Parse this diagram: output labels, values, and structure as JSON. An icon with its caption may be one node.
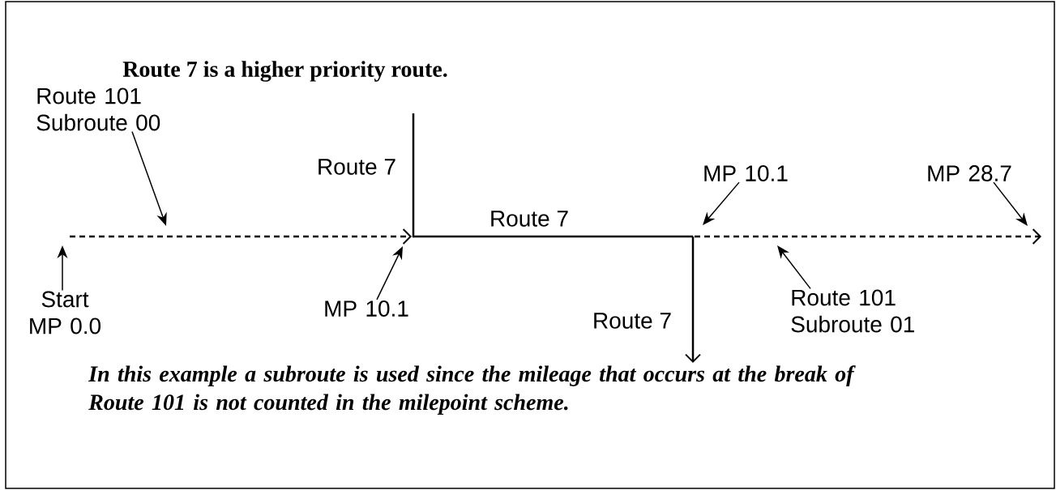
{
  "diagram": {
    "title": "Route 7 is a higher priority route.",
    "caption": "In this example a subroute is used since the mileage that occurs at the break of Route 101 is not counted in the milepoint scheme.",
    "nodes": [
      {
        "text": [
          "Route 101 Subroute 00"
        ]
      },
      {
        "text": [
          "Start MP 0.0"
        ]
      },
      {
        "text": [
          "MP 10.1"
        ]
      },
      {
        "text": [
          "MP 10.1"
        ]
      },
      {
        "text": [
          "MP 28.7"
        ]
      },
      {
        "text": [
          "Route 101 Subroute 01"
        ]
      }
    ],
    "edges": [
      {
        "from": 0,
        "to": null,
        "arrow": "to"
      },
      {
        "from": 1,
        "to": null,
        "arrow": "to"
      },
      {
        "from": 2,
        "to": null,
        "arrow": "to"
      },
      {
        "from": 3,
        "to": null,
        "arrow": "to"
      },
      {
        "from": 4,
        "to": null,
        "arrow": "to"
      },
      {
        "from": 5,
        "to": null,
        "arrow": "to"
      }
    ],
    "labels": [
      "Route 7",
      "Route 7",
      "Route 7"
    ]
  }
}
